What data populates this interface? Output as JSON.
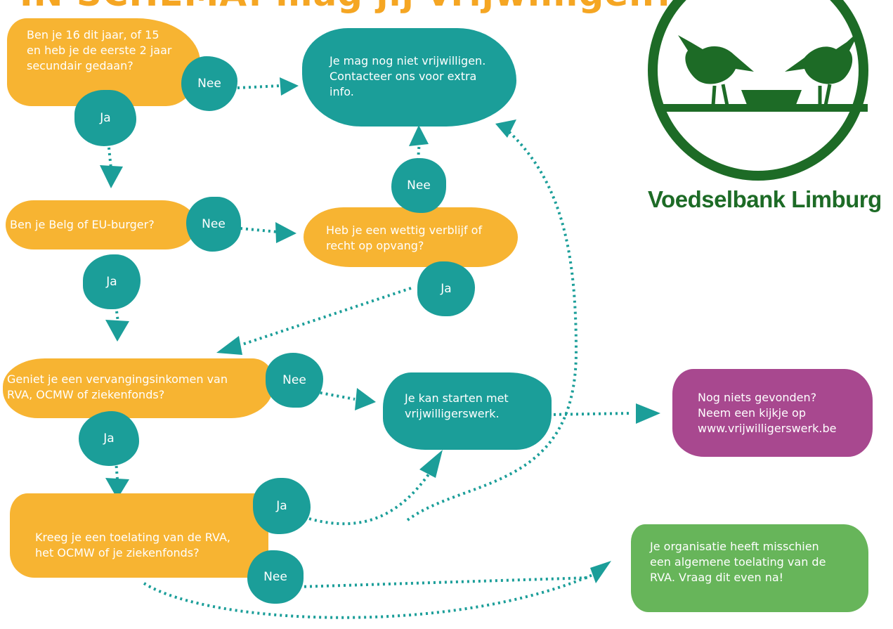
{
  "title": "IN SCHEMA: mag jij vrijwilligen?",
  "brand": "Voedselbank Limburg",
  "colors": {
    "yellow": "#f7b432",
    "teal": "#1b9e99",
    "purple": "#a8488f",
    "green": "#67b55a",
    "brand_green": "#1d6b26"
  },
  "nodes": {
    "q1": "Ben je 16 dit jaar, of 15\nen heb je de eerste 2 jaar\nsecundair gedaan?",
    "r_not_yet": "Je mag nog niet vrijwilligen.\nContacteer ons voor extra\ninfo.",
    "q2": "Ben je Belg of EU-burger?",
    "q3": "Heb je een wettig verblijf of\nrecht op opvang?",
    "q4": "Geniet je een vervangingsinkomen van\nRVA, OCMW of ziekenfonds?",
    "r_start": "Je kan  starten met\nvrijwilligerswerk.",
    "r_search": "Nog niets gevonden?\nNeem een kijkje op\nwww.vrijwilligerswerk.be",
    "q5": "Kreeg je een toelating van de RVA,\nhet OCMW of je ziekenfonds?",
    "r_org": "Je organisatie heeft misschien\neen algemene toelating van de\nRVA. Vraag dit even na!"
  },
  "answers": {
    "q1_nee": "Nee",
    "q1_ja": "Ja",
    "q2_nee": "Nee",
    "q2_ja": "Ja",
    "q3_nee": "Nee",
    "q3_ja": "Ja",
    "q4_nee": "Nee",
    "q4_ja": "Ja",
    "q5_ja": "Ja",
    "q5_nee": "Nee"
  }
}
